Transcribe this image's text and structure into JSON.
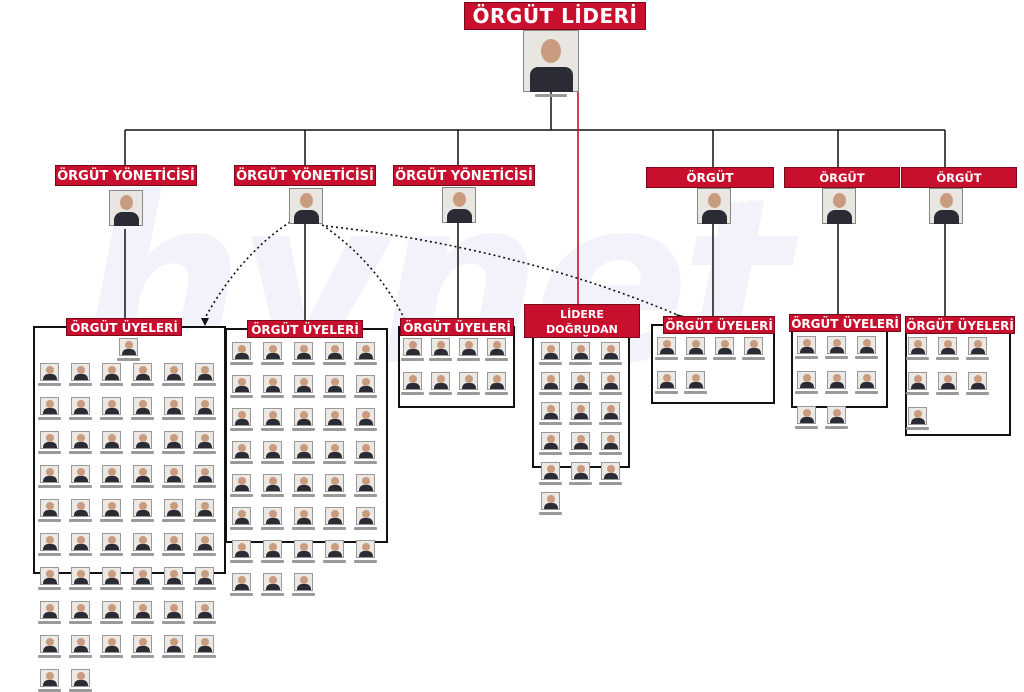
{
  "colors": {
    "label_red": "#c8102e",
    "connector": "#111111",
    "direct_link": "#c8102e"
  },
  "leader": {
    "title": "ÖRGÜT LİDERİ"
  },
  "managers": [
    {
      "title": "ÖRGÜT YÖNETİCİSİ"
    },
    {
      "title": "ÖRGÜT YÖNETİCİSİ"
    },
    {
      "title": "ÖRGÜT YÖNETİCİSİ"
    },
    {
      "title": "ÖRGÜT YÖNETİCİSİ"
    },
    {
      "title": "ÖRGÜT YÖNETİCİSİ"
    },
    {
      "title": "ÖRGÜT YÖNETİCİSİ"
    }
  ],
  "member_groups": [
    {
      "title": "ÖRGÜT ÜYELERİ",
      "count": 57
    },
    {
      "title": "ÖRGÜT ÜYELERİ",
      "count": 38
    },
    {
      "title": "ÖRGÜT ÜYELERİ",
      "count": 8
    },
    {
      "title": "ÖRGÜT ÜYELERİ",
      "count": 6
    },
    {
      "title": "ÖRGÜT ÜYELERİ",
      "count": 8
    },
    {
      "title": "ÖRGÜT ÜYELERİ",
      "count": 7
    }
  ],
  "direct_group": {
    "title_line1": "LİDERE DOĞRUDAN",
    "title_line2": "BAĞLI ÜYELER",
    "count": 16
  }
}
